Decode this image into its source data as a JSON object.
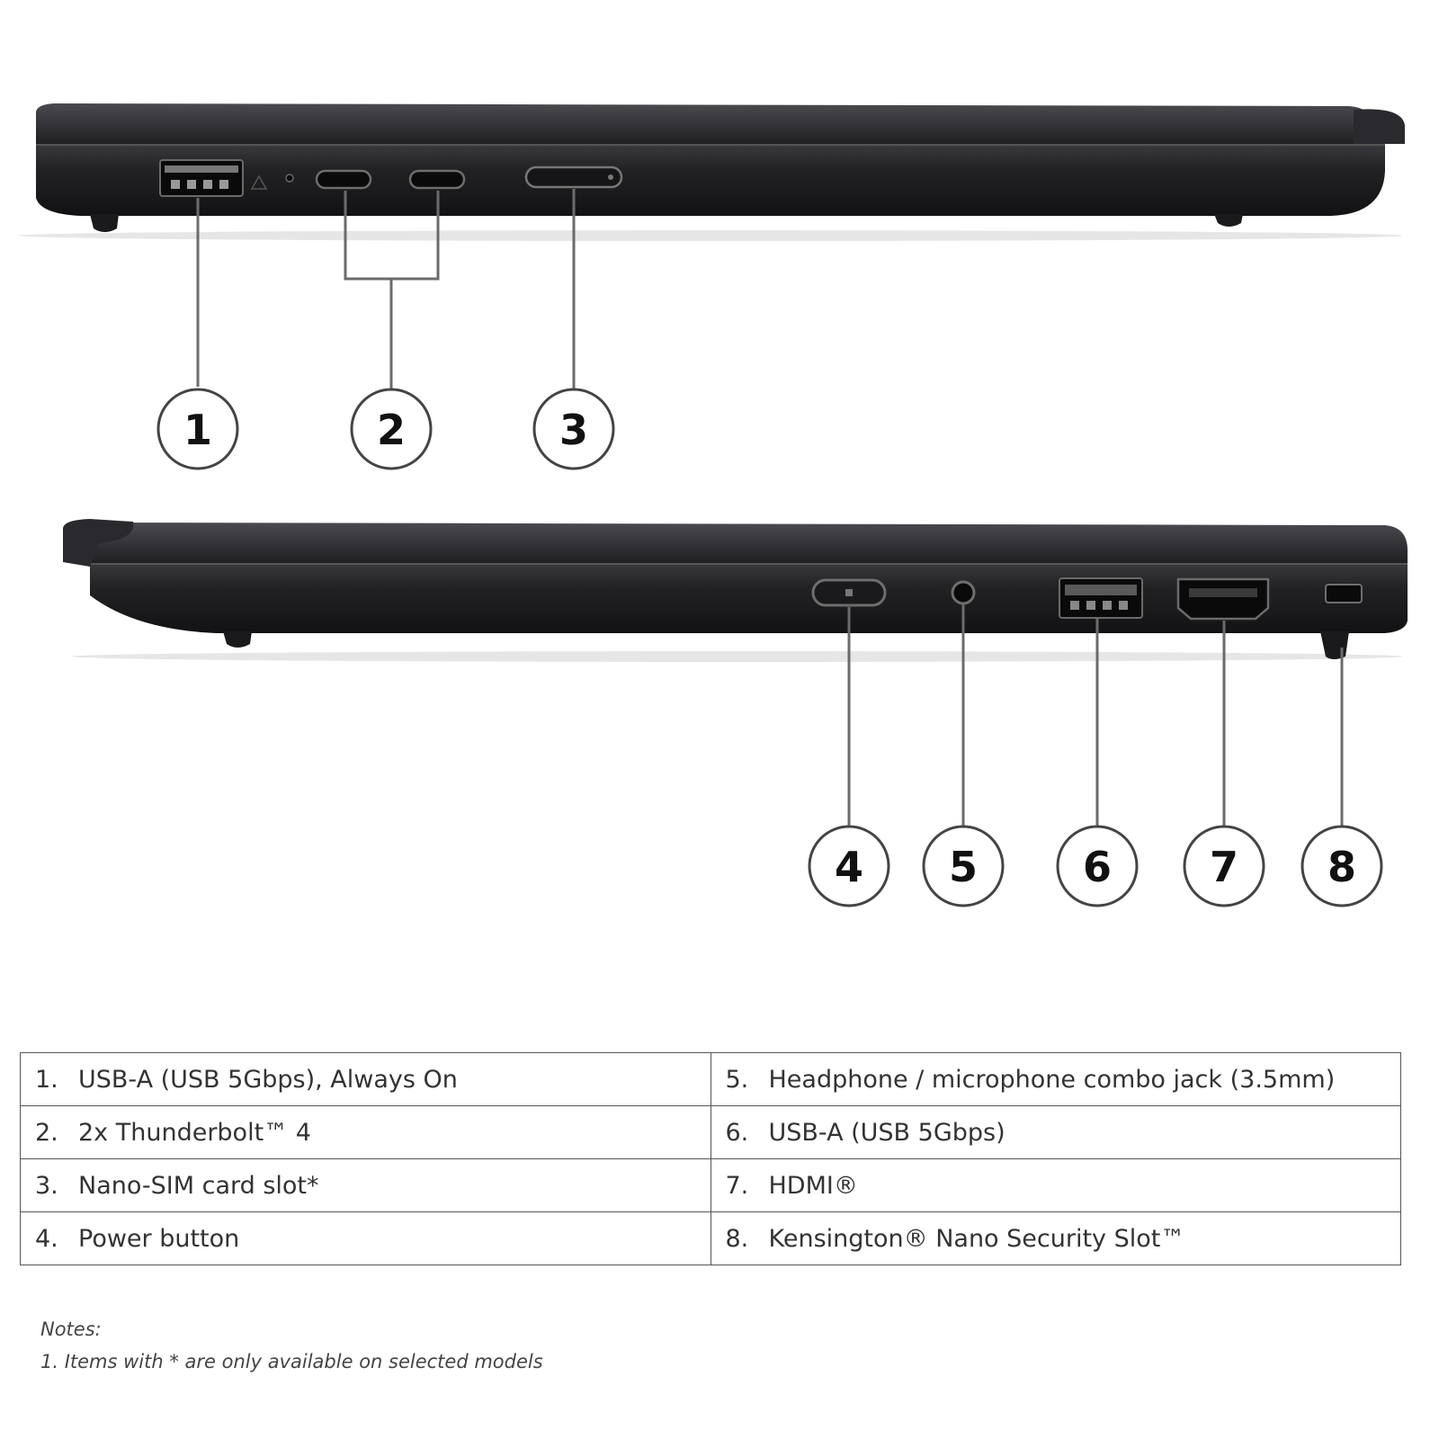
{
  "callouts": {
    "left_view": [
      "1",
      "2",
      "3"
    ],
    "right_view": [
      "4",
      "5",
      "6",
      "7",
      "8"
    ]
  },
  "ports": [
    {
      "num": "1.",
      "label": "USB-A (USB 5Gbps), Always On"
    },
    {
      "num": "2.",
      "label": "2x Thunderbolt™ 4"
    },
    {
      "num": "3.",
      "label": "Nano-SIM card slot*"
    },
    {
      "num": "4.",
      "label": "Power button"
    },
    {
      "num": "5.",
      "label": "Headphone / microphone combo jack (3.5mm)"
    },
    {
      "num": "6.",
      "label": "USB-A (USB 5Gbps)"
    },
    {
      "num": "7.",
      "label": "HDMI®"
    },
    {
      "num": "8.",
      "label": "Kensington® Nano Security Slot™"
    }
  ],
  "notes": {
    "heading": "Notes:",
    "items": [
      "1. Items with * are only available on selected models"
    ]
  },
  "colors": {
    "chassis": "#1c1c1e",
    "chassis_edge": "#2f2f33",
    "leader_line": "#6b6b6b",
    "table_border": "#555555",
    "text": "#333333"
  }
}
